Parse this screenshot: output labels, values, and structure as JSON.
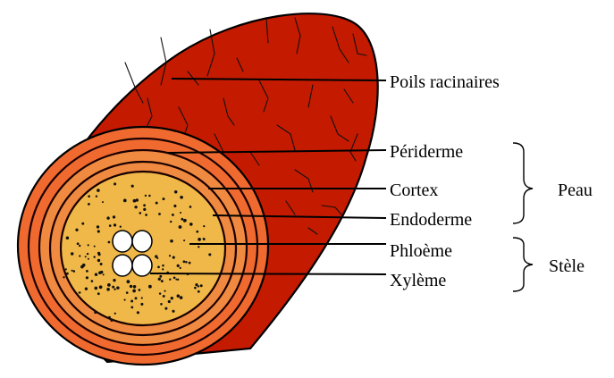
{
  "labels": {
    "poils_racinaires": "Poils racinaires",
    "periderme": "Périderme",
    "cortex": "Cortex",
    "endoderme": "Endoderme",
    "phloeme": "Phloème",
    "xyleme": "Xylème"
  },
  "groups": {
    "peau": "Peau",
    "stele": "Stèle"
  },
  "colors": {
    "root_body": "#c41a00",
    "outer_ring": "#f06a30",
    "inner_ring": "#f08a40",
    "stele": "#f0b848",
    "vessel": "#ffffff",
    "outline": "#000000"
  }
}
